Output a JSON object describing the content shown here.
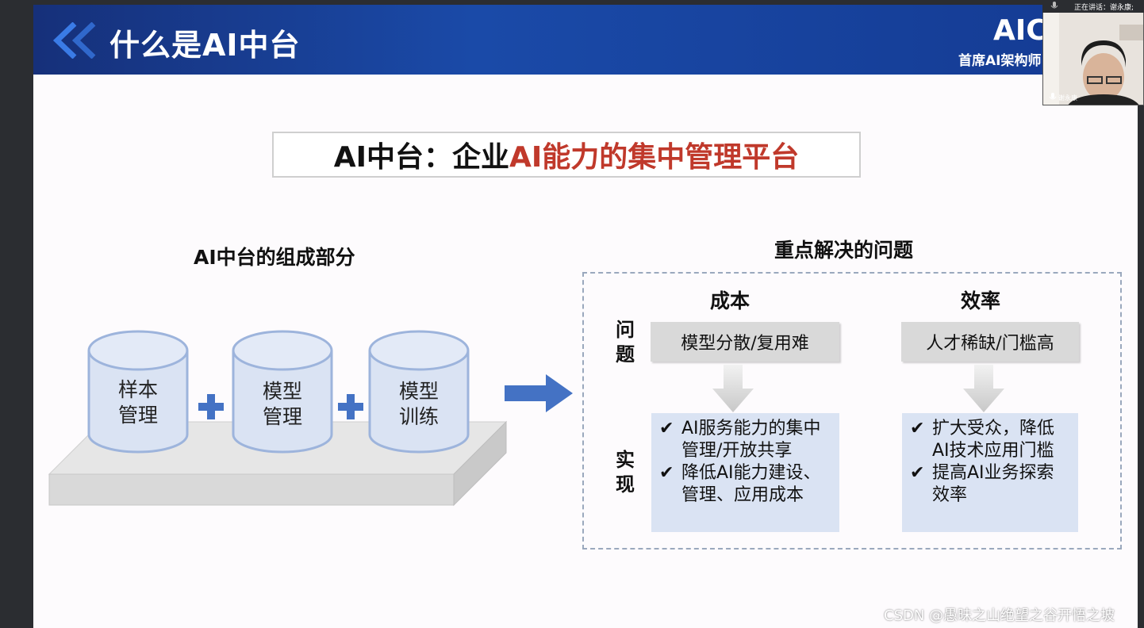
{
  "header": {
    "title": "什么是AI中台",
    "brand_logo": "AIC",
    "brand_sub": "首席AI架构师"
  },
  "main_title": {
    "part1": "AI中台：企业",
    "part2": "AI能力的集中管理平台"
  },
  "left": {
    "heading": "AI中台的组成部分",
    "components": [
      {
        "line1": "样本",
        "line2": "管理"
      },
      {
        "line1": "模型",
        "line2": "管理"
      },
      {
        "line1": "模型",
        "line2": "训练"
      }
    ]
  },
  "right": {
    "heading": "重点解决的问题",
    "row_labels": {
      "problem": [
        "问",
        "题"
      ],
      "solution": [
        "实",
        "现"
      ]
    },
    "columns": [
      {
        "header": "成本",
        "problem": "模型分散/复用难",
        "solutions": [
          [
            "AI服务能力的集中",
            "管理/开放共享"
          ],
          [
            "降低AI能力建设、",
            "管理、应用成本"
          ]
        ]
      },
      {
        "header": "效率",
        "problem": "人才稀缺/门槛高",
        "solutions": [
          [
            "扩大受众，降低",
            "AI技术应用门槛"
          ],
          [
            "提高AI业务探索",
            "效率"
          ]
        ]
      }
    ],
    "check_glyph": "✔"
  },
  "video": {
    "speaking_label": "正在讲话：谢永康;",
    "participant_name": "谢永康"
  },
  "watermark": "CSDN @愚昧之山绝望之谷开悟之坡",
  "colors": {
    "header_blue": "#16307a",
    "accent_red": "#c0392b",
    "cylinder_fill": "#dae3f3",
    "arrow_blue": "#4472c4"
  }
}
